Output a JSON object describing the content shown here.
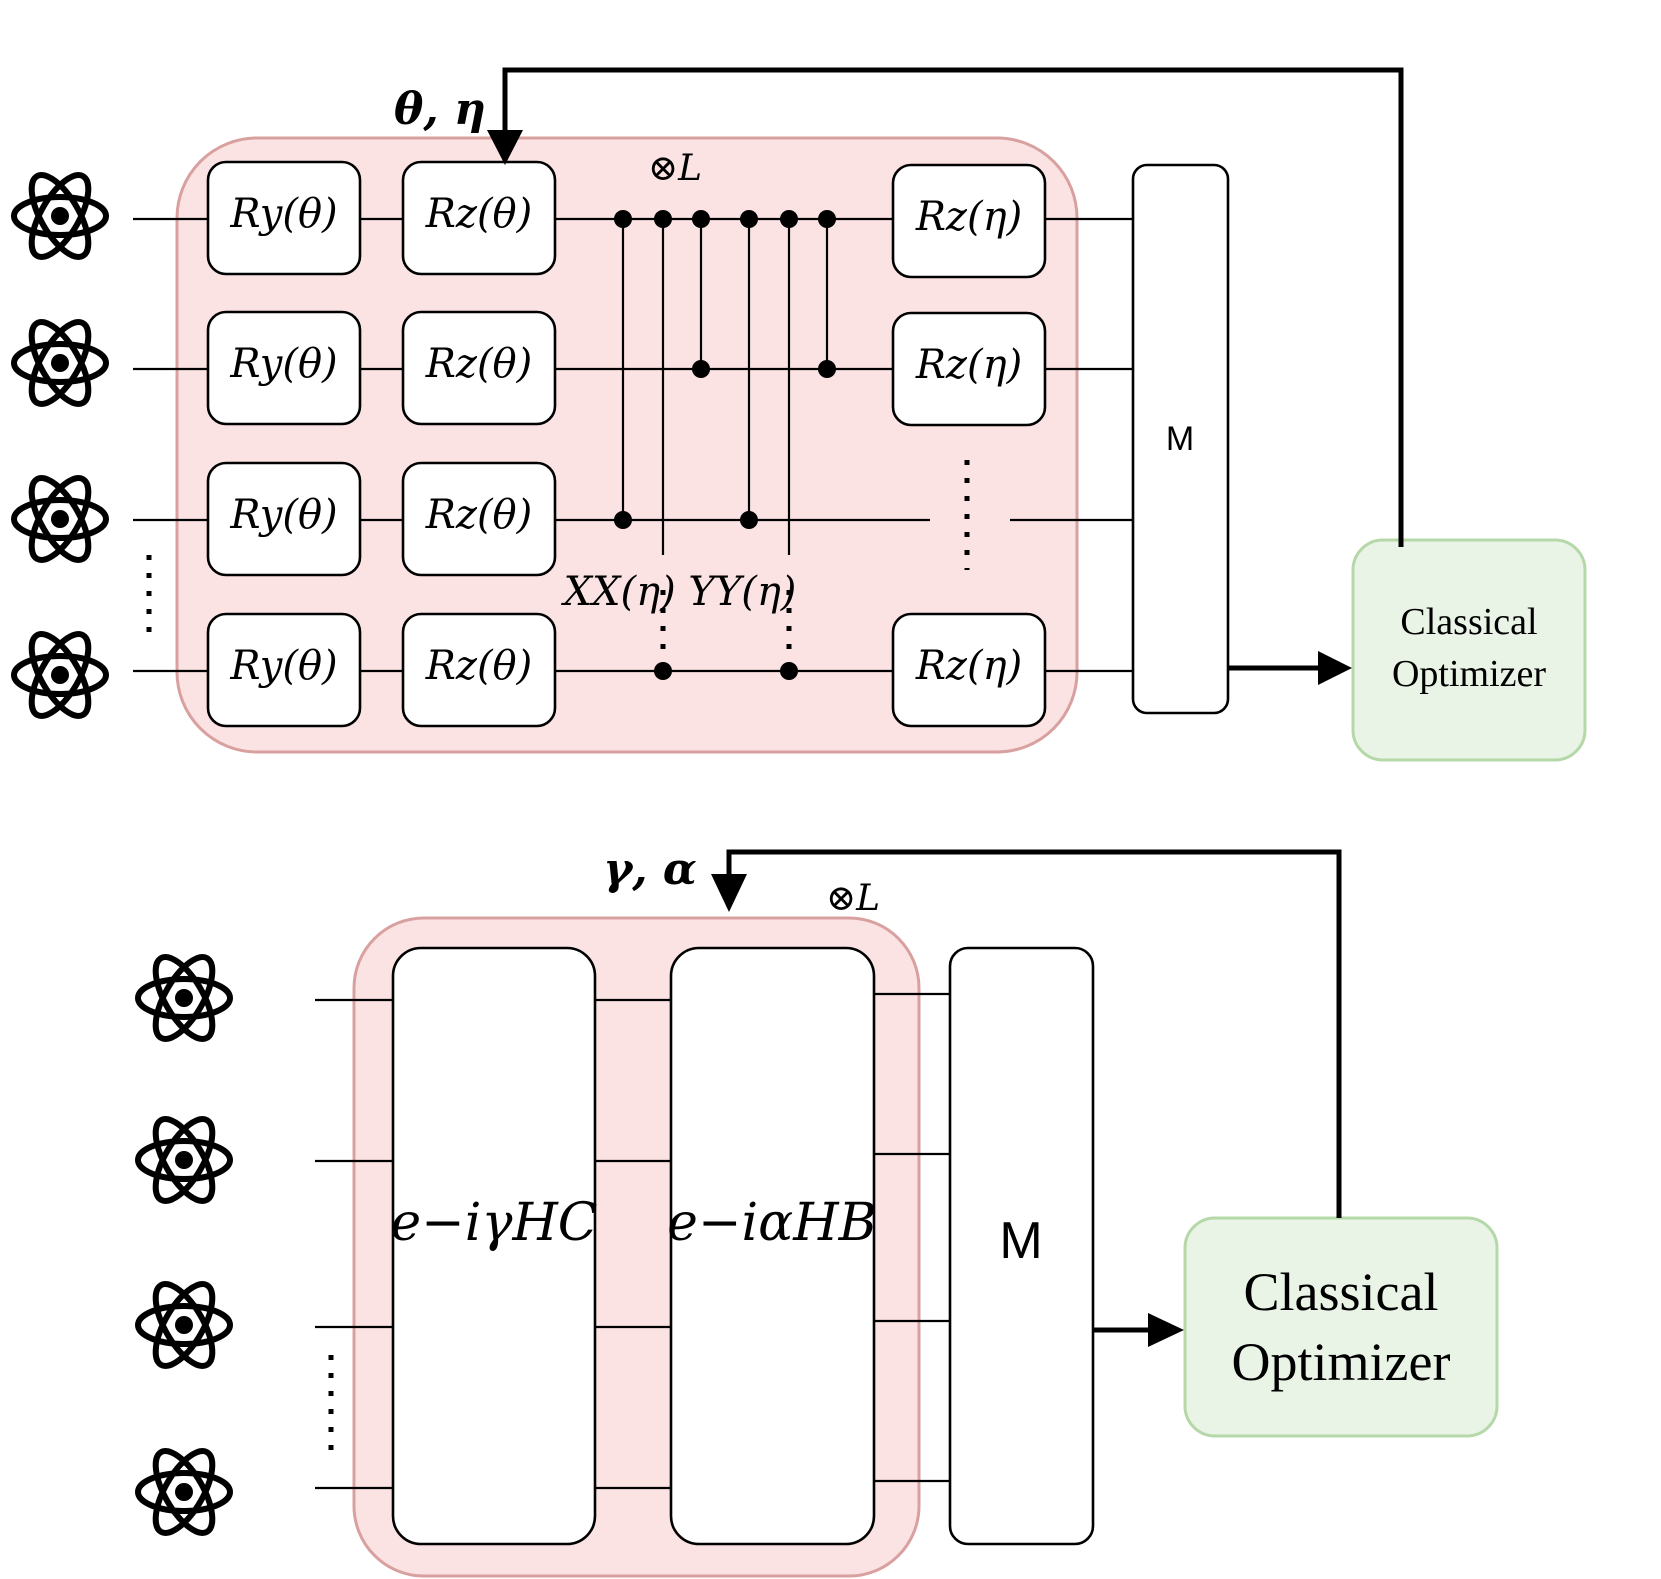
{
  "top": {
    "params_label": "θ, η",
    "layer_label": "⊗L",
    "ry_label": "Ry(θ)",
    "rz_theta_label": "Rz(θ)",
    "rz_eta_label": "Rz(η)",
    "entangler_label": "XX(η) YY(η)",
    "measure_label": "M",
    "optimizer_line1": "Classical",
    "optimizer_line2": "Optimizer"
  },
  "bottom": {
    "params_label": "γ, α",
    "layer_label": "⊗L",
    "cost_unitary_label": "e−iγHC",
    "mixer_unitary_label": "e−iαHB",
    "measure_label": "M",
    "optimizer_line1": "Classical",
    "optimizer_line2": "Optimizer"
  },
  "icons": {
    "qubit": "atom-icon"
  },
  "colors": {
    "ansatz_fill": "#fbe3e3",
    "ansatz_border": "#d9a0a0",
    "optimizer_fill": "#e9f4e6",
    "optimizer_border": "#b5d8a8"
  }
}
